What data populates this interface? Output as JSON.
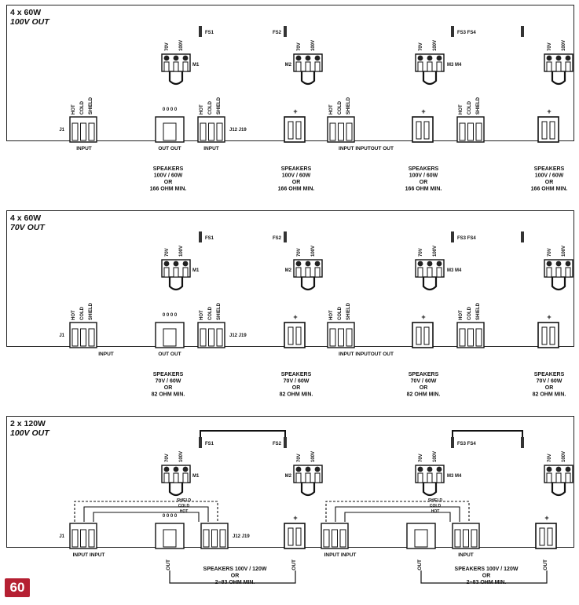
{
  "panels": [
    {
      "title": "4 x 60W",
      "subtitle": "100V OUT",
      "fuses": [
        "FS1",
        "FS2",
        "FS3 FS4"
      ],
      "taps": [
        "70V",
        "100V"
      ],
      "modules": [
        "M1",
        "M2",
        "M3 M4"
      ],
      "conn_pins": [
        "HOT",
        "COLD",
        "SHIELD"
      ],
      "jack_left": "J1",
      "jack_mid": "J12 J19",
      "mid_conn_label": "0 0 0 0",
      "out_label": "OUT OUT",
      "input_labels": [
        "INPUT",
        "INPUT",
        "INPUT INPUTOUT OUT"
      ],
      "plus": "+",
      "speaker_notes": [
        [
          "SPEAKERS",
          "100V / 60W",
          "OR",
          "166 OHM MIN."
        ],
        [
          "SPEAKERS",
          "100V / 60W",
          "OR",
          "166 OHM MIN."
        ],
        [
          "SPEAKERS",
          "100V / 60W",
          "OR",
          "166 OHM MIN."
        ],
        [
          "SPEAKERS",
          "100V / 60W",
          "OR",
          "166 OHM MIN."
        ]
      ]
    },
    {
      "title": "4 x 60W",
      "subtitle": "70V OUT",
      "fuses": [
        "FS1",
        "FS2",
        "FS3 FS4"
      ],
      "taps": [
        "70V",
        "100V"
      ],
      "modules": [
        "M1",
        "M2",
        "M3 M4"
      ],
      "conn_pins": [
        "HOT",
        "COLD",
        "SHIELD"
      ],
      "jack_left": "J1",
      "jack_mid": "J12 J19",
      "mid_conn_label": "0 0 0 0",
      "out_label": "OUT OUT",
      "input_labels": [
        "INPUT",
        "INPUT INPUTOUT OUT"
      ],
      "plus": "+",
      "speaker_notes": [
        [
          "SPEAKERS",
          "70V / 60W",
          "OR",
          "82 OHM MIN."
        ],
        [
          "SPEAKERS",
          "70V / 60W",
          "OR",
          "82 OHM MIN."
        ],
        [
          "SPEAKERS",
          "70V / 60W",
          "OR",
          "82 OHM MIN."
        ],
        [
          "SPEAKERS",
          "70V / 60W",
          "OR",
          "82 OHM MIN."
        ]
      ]
    },
    {
      "title": "2 x 120W",
      "subtitle": "100V OUT",
      "fuses": [
        "FS1",
        "FS2",
        "FS3 FS4"
      ],
      "taps": [
        "70V",
        "100V"
      ],
      "modules": [
        "M1",
        "M2",
        "M3 M4"
      ],
      "bus_labels": [
        "SHIELD",
        "COLD",
        "HOT"
      ],
      "jack_left": "J1",
      "jack_mid": "J12 J19",
      "mid_conn_label": "0 0 0 0",
      "out_label": "OUT",
      "input_labels": [
        "INPUT INPUT",
        "INPUT INPUT",
        "INPUT"
      ],
      "plus": "+",
      "speaker_notes": [
        [
          "SPEAKERS 100V / 120W",
          "OR",
          "2~83 OHM MIN."
        ],
        [
          "SPEAKERS 100V / 120W",
          "OR",
          "2~83 OHM MIN."
        ]
      ]
    }
  ],
  "page_number": "60"
}
